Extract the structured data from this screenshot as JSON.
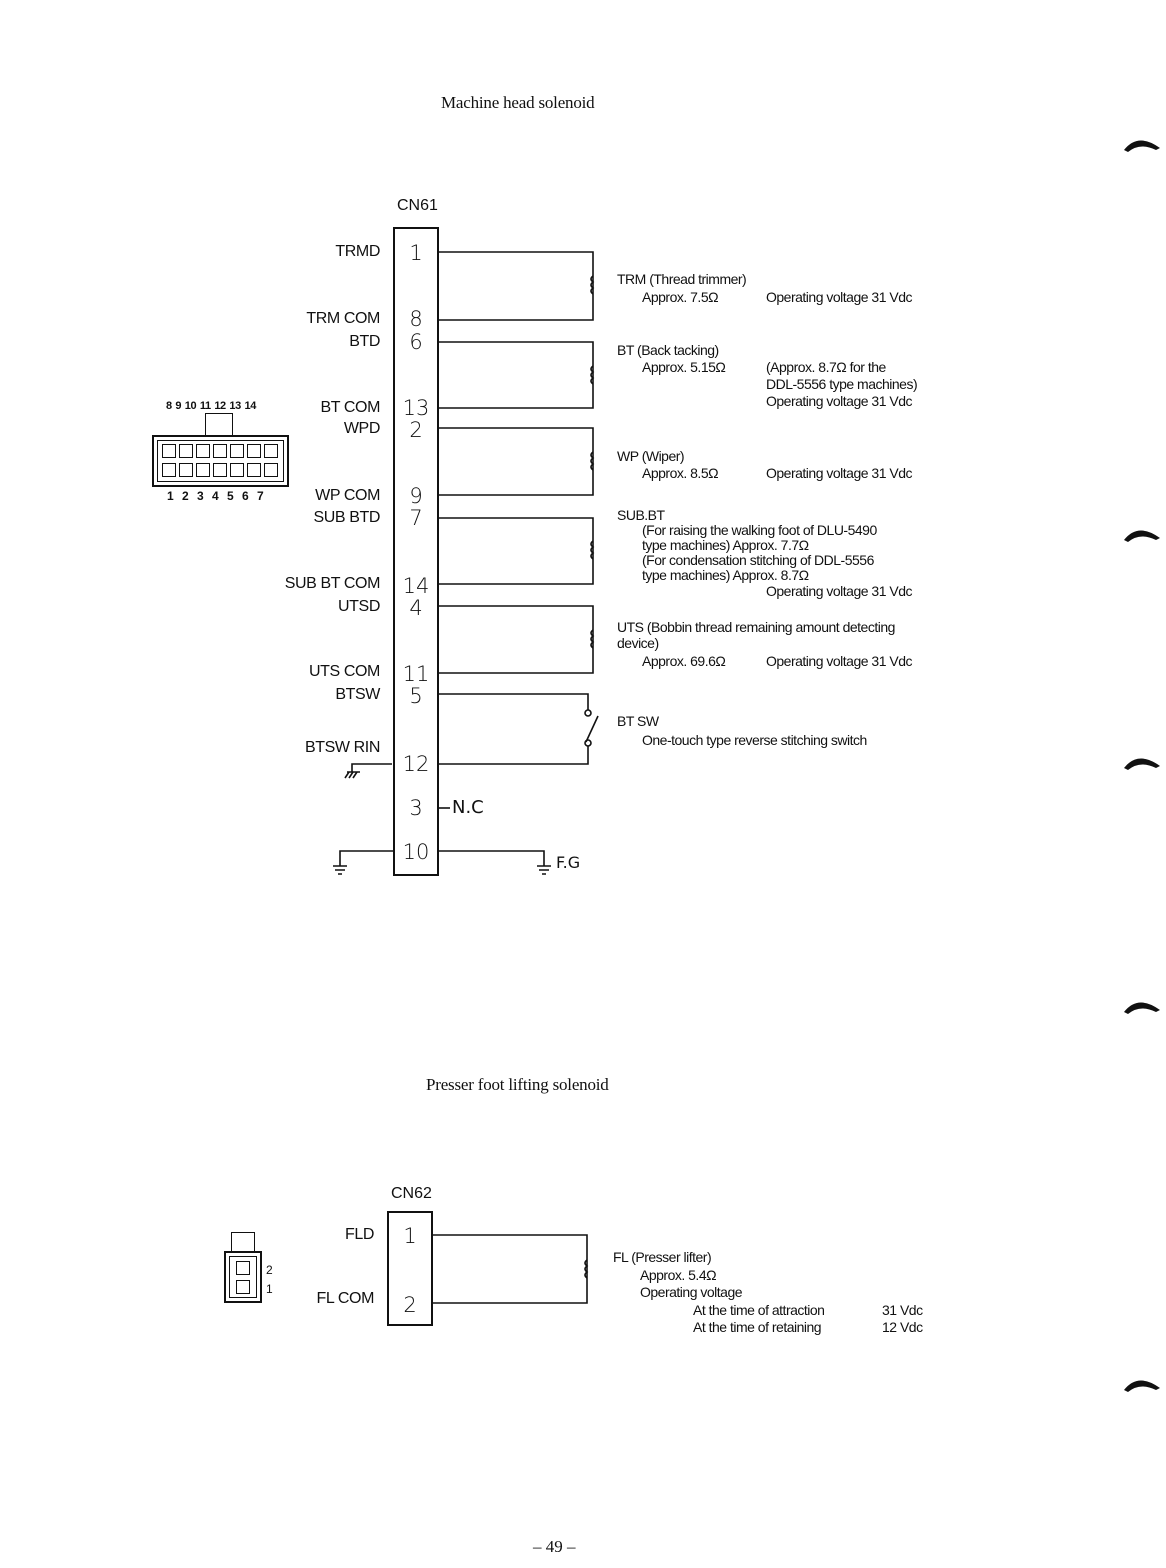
{
  "section1": {
    "title": "Machine head solenoid",
    "connector_label": "CN61",
    "connector_face_top_numbers": "8 9 10 11 12 13 14",
    "connector_face_bottom_numbers": "1 2 3 4 5 6 7",
    "signals": {
      "trmd": "TRMD",
      "trm_com": "TRM COM",
      "btd": "BTD",
      "bt_com": "BT COM",
      "wpd": "WPD",
      "wp_com": "WP COM",
      "sub_btd": "SUB BTD",
      "sub_bt_com": "SUB BT COM",
      "utsd": "UTSD",
      "uts_com": "UTS COM",
      "btsw": "BTSW",
      "btsw_rin": "BTSW RIN"
    },
    "pins": [
      "1",
      "8",
      "6",
      "13",
      "2",
      "9",
      "7",
      "14",
      "4",
      "11",
      "5",
      "12",
      "3",
      "10"
    ],
    "nc_label": "N.C",
    "fg_label": "F.G",
    "descriptions": {
      "trm_title": "TRM (Thread trimmer)",
      "trm_resistance": "Approx. 7.5Ω",
      "trm_voltage": "Operating voltage  31 Vdc",
      "bt_title": "BT (Back tacking)",
      "bt_resistance": "Approx. 5.15Ω",
      "bt_note_1": "(Approx. 8.7Ω for the",
      "bt_note_2": "DDL-5556 type  machines)",
      "bt_voltage": "Operating voltage  31 Vdc",
      "wp_title": "WP (Wiper)",
      "wp_resistance": "Approx. 8.5Ω",
      "wp_voltage": "Operating voltage  31 Vdc",
      "subbt_title": "SUB.BT",
      "subbt_line1": "(For raising the walking foot of DLU-5490",
      "subbt_line2": "type machines) Approx. 7.7Ω",
      "subbt_line3": "(For condensation stitching of DDL-5556",
      "subbt_line4": "type machines) Approx. 8.7Ω",
      "subbt_voltage": "Operating voltage  31 Vdc",
      "uts_title": "UTS  (Bobbin thread remaining amount detecting",
      "uts_title_2": "device)",
      "uts_resistance": "Approx. 69.6Ω",
      "uts_voltage": "Operating voltage  31 Vdc",
      "btsw_title": "BT SW",
      "btsw_desc": "One-touch type reverse stitching switch"
    }
  },
  "section2": {
    "title": "Presser foot lifting solenoid",
    "connector_label": "CN62",
    "signals": {
      "fld": "FLD",
      "fl_com": "FL COM"
    },
    "pins": [
      "1",
      "2"
    ],
    "face_numbers": [
      "2",
      "1"
    ],
    "descriptions": {
      "fl_title": "FL (Presser lifter)",
      "fl_resistance": "Approx. 5.4Ω",
      "fl_voltage_label": "Operating voltage",
      "fl_attraction": "At the time of attraction",
      "fl_attraction_value": "31 Vdc",
      "fl_retaining": "At the time of retaining",
      "fl_retaining_value": "12 Vdc"
    }
  },
  "page_number": "– 49 –"
}
